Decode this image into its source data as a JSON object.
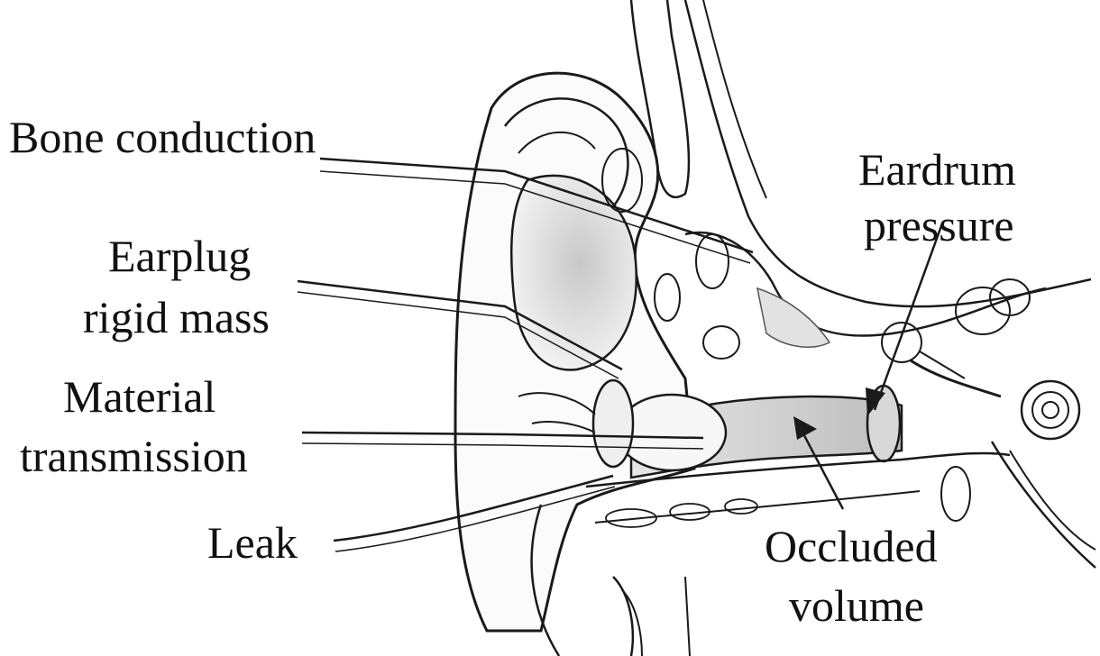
{
  "labels": {
    "bone_conduction": "Bone conduction",
    "earplug_line1": "Earplug",
    "earplug_line2": "rigid mass",
    "material_line1": "Material",
    "material_line2": "transmission",
    "leak": "Leak",
    "eardrum_line1": "Eardrum",
    "eardrum_line2": "pressure",
    "occluded_line1": "Occluded",
    "occluded_line2": "volume"
  },
  "colors": {
    "ink": "#1a1a1a",
    "shade": "#b8b8b8",
    "background": "#ffffff"
  }
}
